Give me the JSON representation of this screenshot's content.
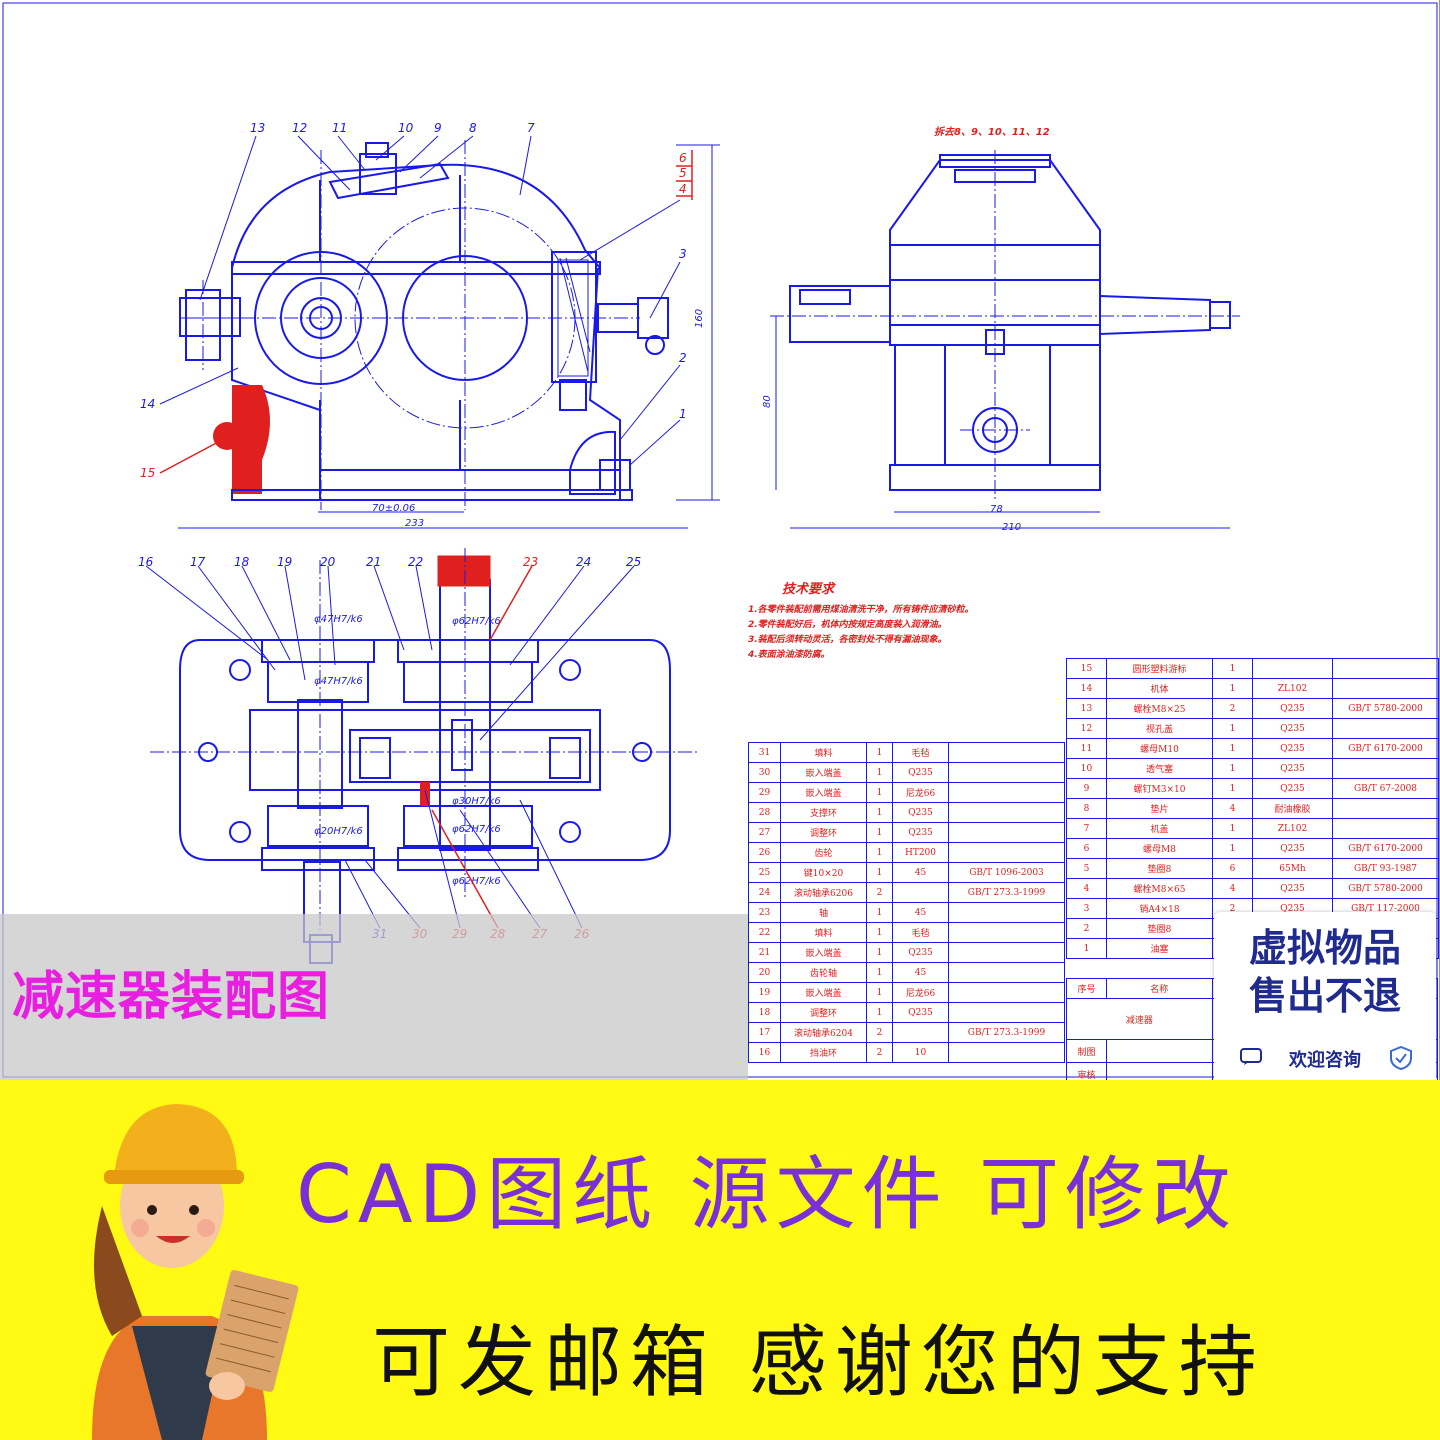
{
  "part_labels": {
    "front": [
      "13",
      "12",
      "11",
      "10",
      "9",
      "8",
      "7",
      "6",
      "5",
      "4",
      "3",
      "2",
      "1",
      "14",
      "15"
    ],
    "plan": [
      "16",
      "17",
      "18",
      "19",
      "20",
      "21",
      "22",
      "23",
      "24",
      "25",
      "31",
      "30",
      "29",
      "28",
      "27",
      "26"
    ]
  },
  "dimensions": {
    "front_width": "233",
    "front_base": "70±0.06",
    "front_height": "160",
    "side_width": "210",
    "side_base": "78",
    "side_height": "80",
    "fit1": "φ47H7/k6",
    "fit2": "φ47H7/k6",
    "fit3": "φ62H7/k6",
    "fit4": "φ30H7/k6",
    "fit5": "φ20H7/k6",
    "fit6": "φ62H7/k6",
    "fit7": "φ62H7/k6"
  },
  "remove_note": "拆去8、9、10、11、12",
  "tech_requirements": {
    "title": "技术要求",
    "items": [
      "1.各零件装配前需用煤油清洗干净，所有铸件应清砂粒。",
      "2.零件装配好后，机体内按规定高度装入润滑油。",
      "3.装配后须转动灵活，各密封处不得有漏油现象。",
      "4.表面涂油漆防腐。"
    ]
  },
  "bom_left": [
    [
      "31",
      "填料",
      "1",
      "毛毡",
      ""
    ],
    [
      "30",
      "嵌入端盖",
      "1",
      "Q235",
      ""
    ],
    [
      "29",
      "嵌入端盖",
      "1",
      "尼龙66",
      ""
    ],
    [
      "28",
      "支撑环",
      "1",
      "Q235",
      ""
    ],
    [
      "27",
      "调整环",
      "1",
      "Q235",
      ""
    ],
    [
      "26",
      "齿轮",
      "1",
      "HT200",
      ""
    ],
    [
      "25",
      "键10×20",
      "1",
      "45",
      "GB/T 1096-2003"
    ],
    [
      "24",
      "滚动轴承6206",
      "2",
      "",
      "GB/T 273.3-1999"
    ],
    [
      "23",
      "轴",
      "1",
      "45",
      ""
    ],
    [
      "22",
      "填料",
      "1",
      "毛毡",
      ""
    ],
    [
      "21",
      "嵌入端盖",
      "1",
      "Q235",
      ""
    ],
    [
      "20",
      "齿轮轴",
      "1",
      "45",
      ""
    ],
    [
      "19",
      "嵌入端盖",
      "1",
      "尼龙66",
      ""
    ],
    [
      "18",
      "调整环",
      "1",
      "Q235",
      ""
    ],
    [
      "17",
      "滚动轴承6204",
      "2",
      "",
      "GB/T 273.3-1999"
    ],
    [
      "16",
      "挡油环",
      "2",
      "10",
      ""
    ]
  ],
  "bom_right": [
    [
      "15",
      "圆形塑料游标",
      "1",
      "",
      ""
    ],
    [
      "14",
      "机体",
      "1",
      "ZL102",
      ""
    ],
    [
      "13",
      "螺栓M8×25",
      "2",
      "Q235",
      "GB/T 5780-2000"
    ],
    [
      "12",
      "视孔盖",
      "1",
      "Q235",
      ""
    ],
    [
      "11",
      "螺母M10",
      "1",
      "Q235",
      "GB/T 6170-2000"
    ],
    [
      "10",
      "透气塞",
      "1",
      "Q235",
      ""
    ],
    [
      "9",
      "螺钉M3×10",
      "1",
      "Q235",
      "GB/T 67-2008"
    ],
    [
      "8",
      "垫片",
      "4",
      "耐油橡胶",
      ""
    ],
    [
      "7",
      "机盖",
      "1",
      "ZL102",
      ""
    ],
    [
      "6",
      "螺母M8",
      "1",
      "Q235",
      "GB/T 6170-2000"
    ],
    [
      "5",
      "垫圈8",
      "6",
      "65Mh",
      "GB/T 93-1987"
    ],
    [
      "4",
      "螺栓M8×65",
      "4",
      "Q235",
      "GB/T 5780-2000"
    ],
    [
      "3",
      "销A4×18",
      "2",
      "Q235",
      "GB/T 117-2000"
    ],
    [
      "2",
      "垫圈8",
      "1",
      "",
      ""
    ],
    [
      "1",
      "油塞",
      "",
      "",
      ""
    ]
  ],
  "bom_header": [
    "序号",
    "名称"
  ],
  "title_block": {
    "assembly_name": "减速器",
    "drawn_by": "制图",
    "checked_by": "审核"
  },
  "banner_title": "减速器装配图",
  "badge": {
    "line1": "虚拟物品",
    "line2": "售出不退",
    "line3": "欢迎咨询"
  },
  "promo": {
    "line1": "CAD图纸 源文件 可修改",
    "line2": "可发邮箱 感谢您的支持"
  },
  "colors": {
    "drawing_line": "#1a1ae6",
    "annotation_red": "#e0201e",
    "banner_title": "#e81ee0",
    "promo_background": "#fff914",
    "promo_text_1": "#7b2fd6",
    "badge_text": "#1f2b8f"
  }
}
